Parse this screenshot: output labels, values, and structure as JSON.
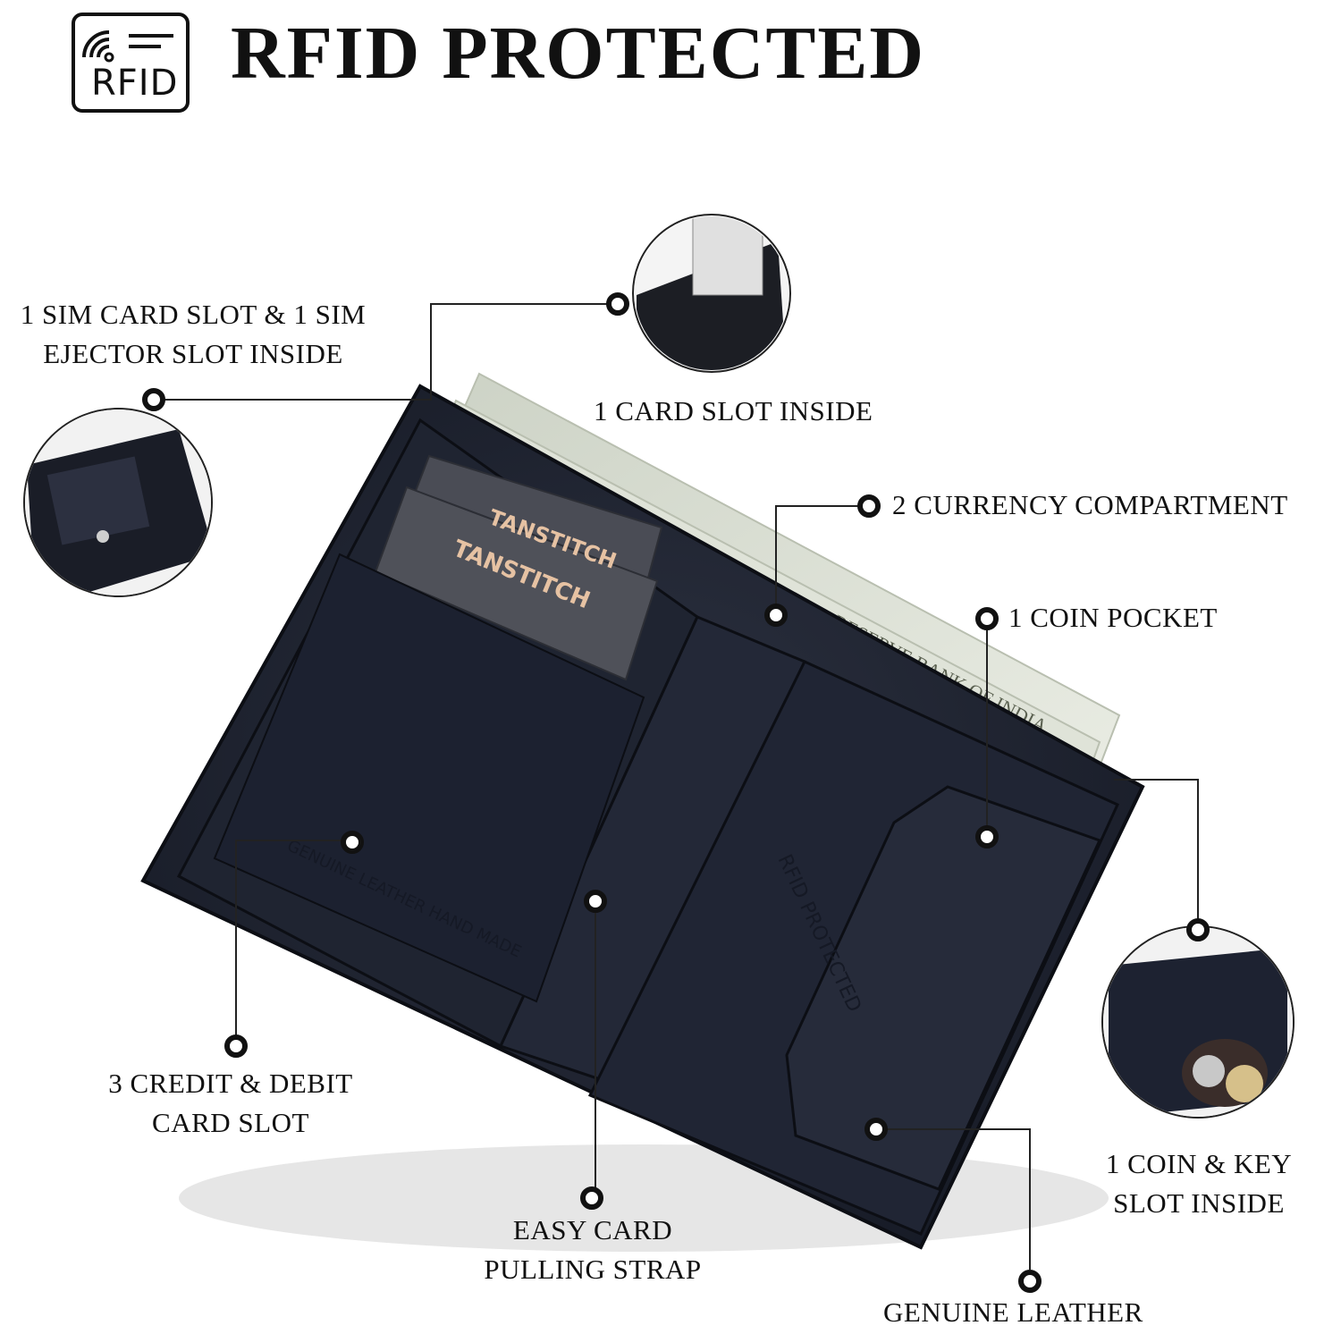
{
  "header": {
    "title": "RFID PROTECTED",
    "badge_text": "RFID",
    "badge_icon": "rfid-wireless-card-icon"
  },
  "wallet": {
    "brand_on_cards": "TANSTITCH",
    "emboss_left": "GENUINE LEATHER HAND MADE",
    "emboss_center": "RFID PROTECTED",
    "banknote_text": "RESERVE BANK OF INDIA",
    "colors": {
      "leather": "#1b1f2b",
      "leather_light": "#2a2f3d",
      "card": "#4a4c55",
      "card_text": "#e6c2a3",
      "note": "#d6dbcf"
    }
  },
  "callouts": {
    "sim": {
      "line1": "1 SIM CARD SLOT & 1 SIM",
      "line2": "EJECTOR SLOT INSIDE"
    },
    "card_inside": {
      "text": "1 CARD SLOT INSIDE"
    },
    "currency": {
      "text": "2 CURRENCY COMPARTMENT"
    },
    "coin_pocket": {
      "text": "1 COIN POCKET"
    },
    "credit": {
      "line1": "3 CREDIT & DEBIT",
      "line2": "CARD SLOT"
    },
    "strap": {
      "line1": "EASY CARD",
      "line2": "PULLING STRAP"
    },
    "coin_key": {
      "line1": "1 COIN & KEY",
      "line2": "SLOT INSIDE"
    },
    "leather": {
      "text": "GENUINE LEATHER"
    }
  }
}
